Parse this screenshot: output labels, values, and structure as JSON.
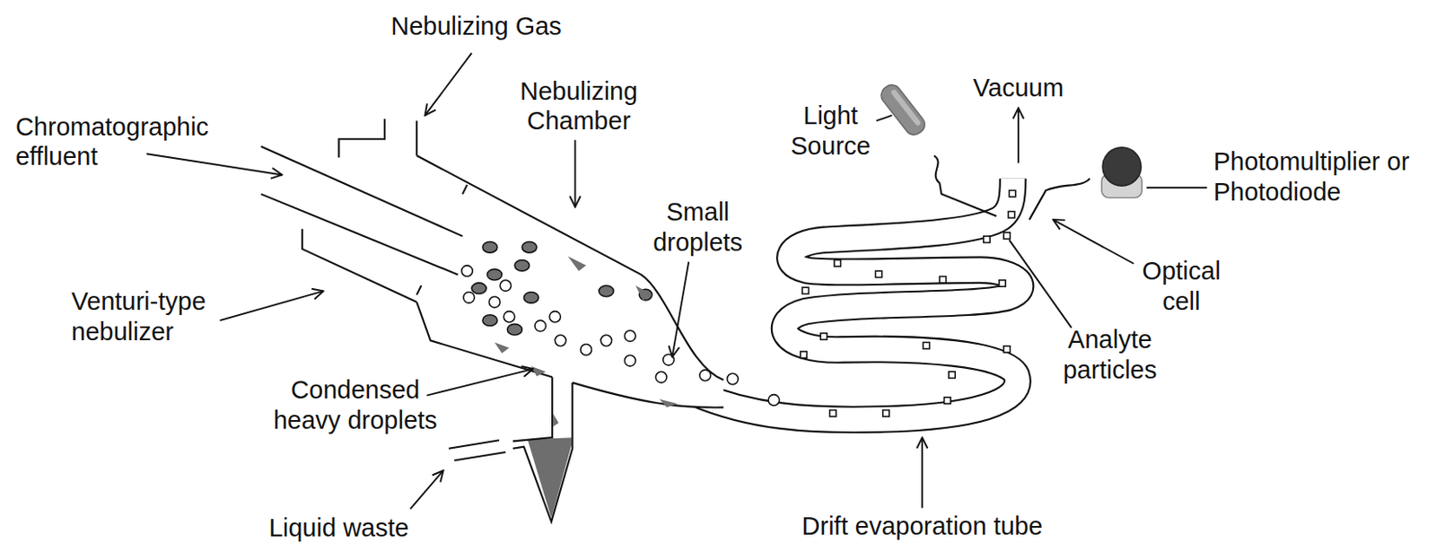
{
  "diagram": {
    "labels": [
      "Nebulizing Gas",
      "Chromatographic effluent",
      "Nebulizing Chamber",
      "Small droplets",
      "Light Source",
      "Vacuum",
      "Photomultiplier or Photodiode",
      "Venturi-type nebulizer",
      "Optical cell",
      "Condensed heavy droplets",
      "Analyte particles",
      "Liquid waste",
      "Drift evaporation tube"
    ]
  }
}
